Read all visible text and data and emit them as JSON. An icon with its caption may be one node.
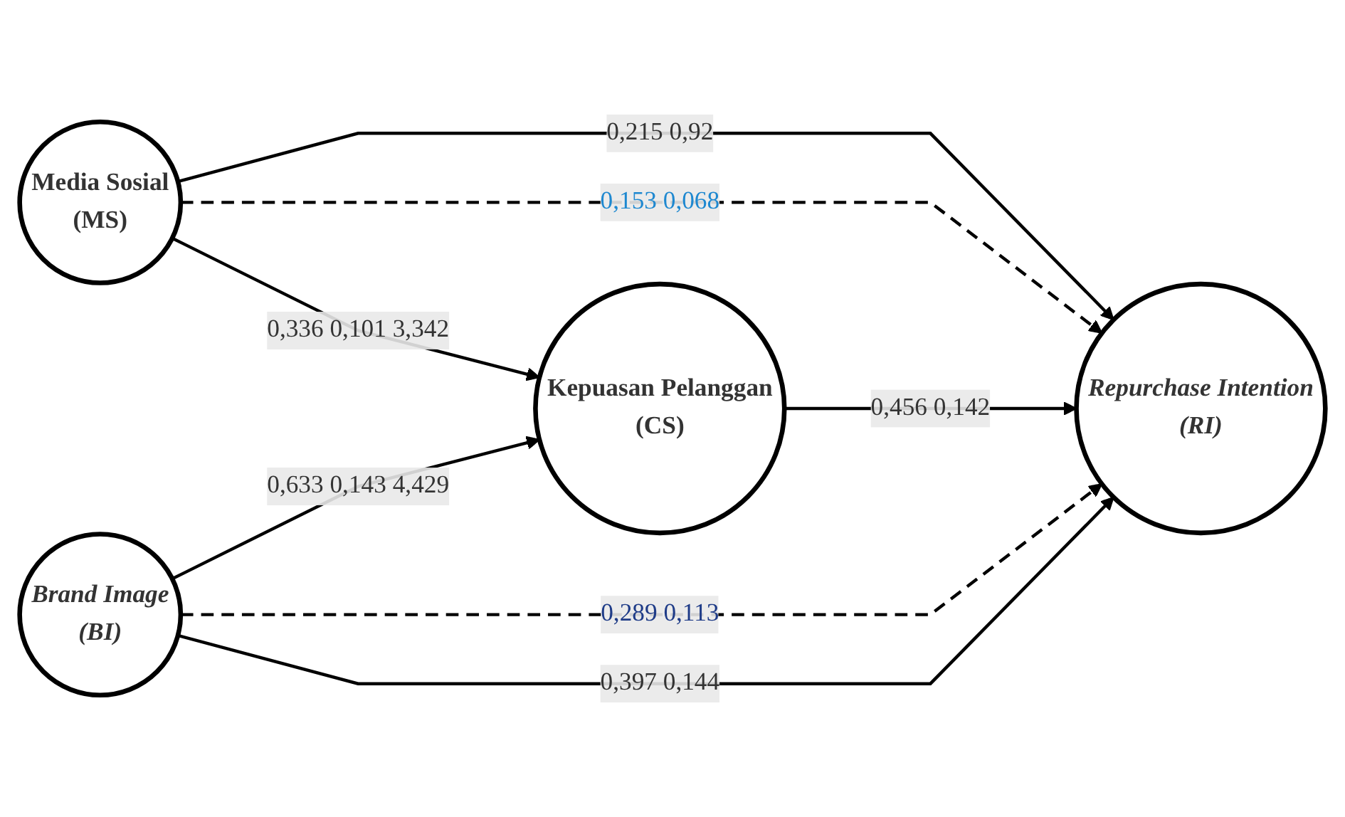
{
  "diagram": {
    "nodes": [
      {
        "text": [
          "Media Sosial",
          "(MS)"
        ]
      },
      {
        "text": [
          "Kepuasan Pelanggan",
          "(CS)"
        ]
      },
      {
        "text": [
          "Repurchase Intention",
          "(RI)"
        ]
      },
      {
        "text": [
          "Brand Image",
          "(BI)"
        ]
      }
    ],
    "edges": [
      {
        "from": 0,
        "to": 2,
        "arrow": "to",
        "label": "0,215 0,92"
      },
      {
        "from": 0,
        "to": 2,
        "arrow": "to",
        "label": "0,153 0,068",
        "style": "dashed"
      },
      {
        "from": 0,
        "to": 1,
        "arrow": "to",
        "label": "0,336 0,101 3,342"
      },
      {
        "from": 1,
        "to": 2,
        "arrow": "to",
        "label": "0,456 0,142"
      },
      {
        "from": 3,
        "to": 1,
        "arrow": "to",
        "label": "0,633 0,143 4,429"
      },
      {
        "from": 3,
        "to": 2,
        "arrow": "to",
        "label": "0,289 0,113",
        "style": "dashed"
      },
      {
        "from": 3,
        "to": 2,
        "arrow": "to",
        "label": "0,397 0,144"
      }
    ]
  }
}
